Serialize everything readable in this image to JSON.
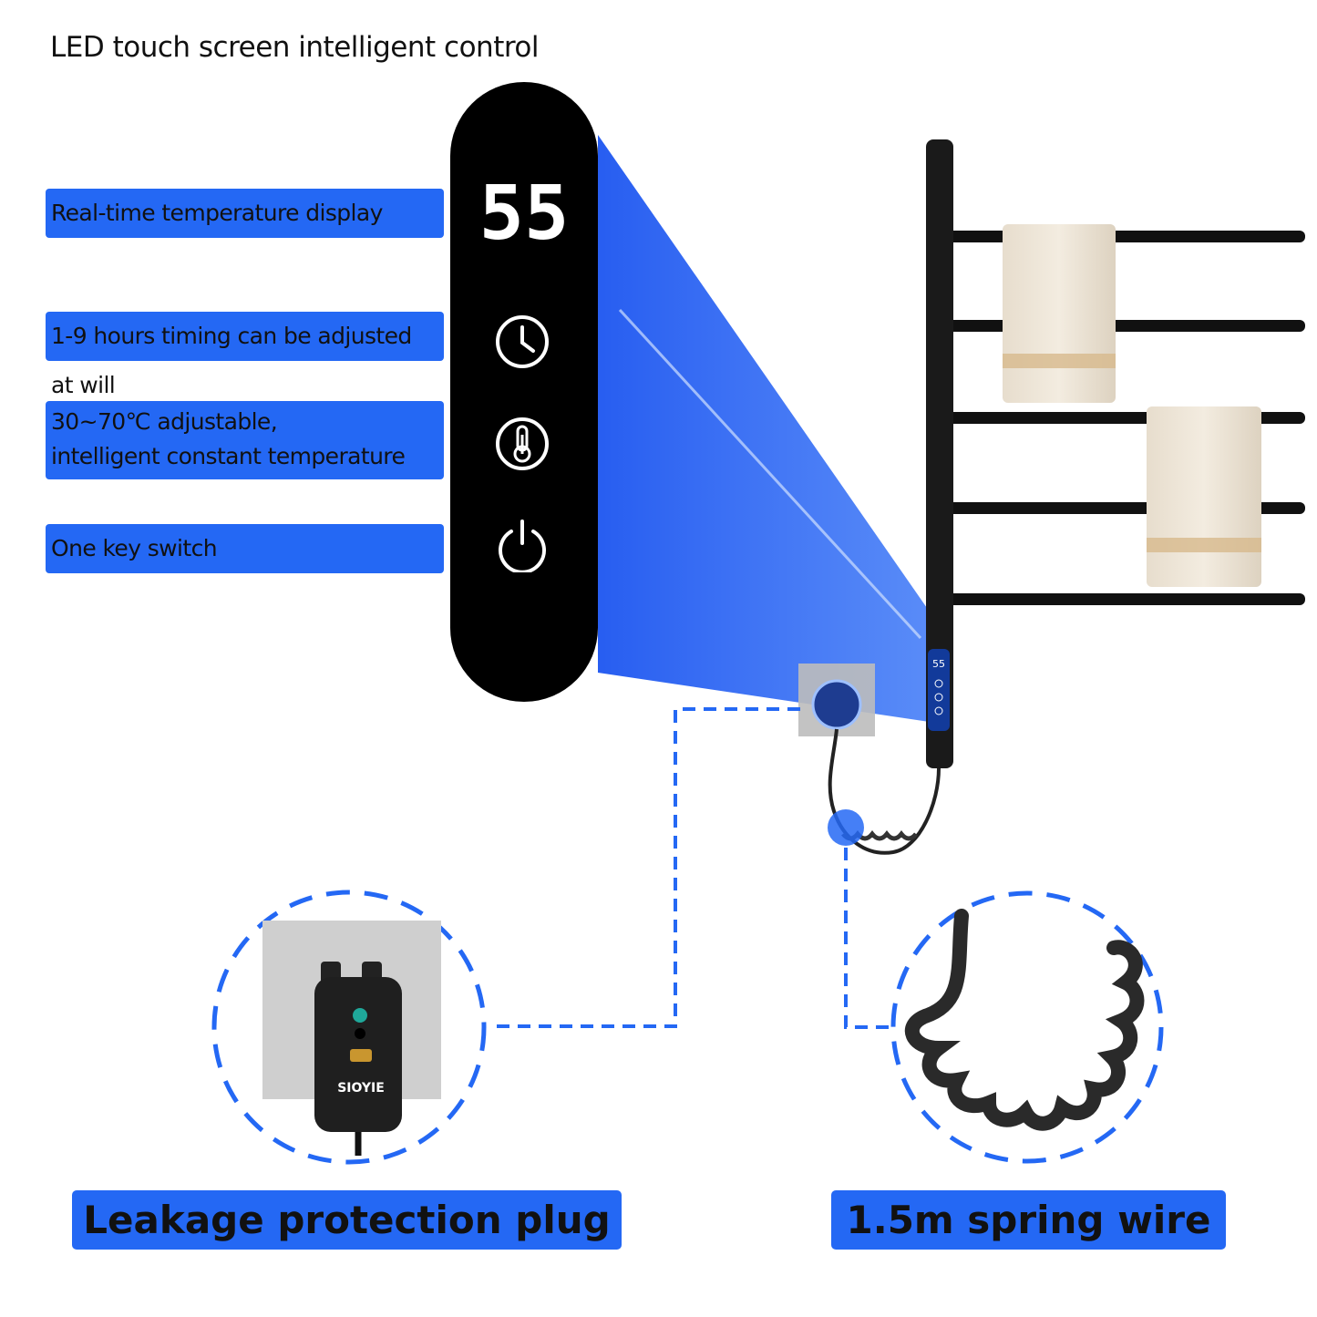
{
  "headline": "LED touch screen intelligent control",
  "features": [
    {
      "label": "Real-time temperature display",
      "icon": "temperature-digits"
    },
    {
      "label": "1-9 hours timing can be adjusted at will",
      "icon": "clock-icon"
    },
    {
      "label": "30~70℃ adjustable, intelligent constant temperature",
      "icon": "thermometer-icon"
    },
    {
      "label": "One key switch",
      "icon": "power-icon"
    }
  ],
  "panel": {
    "temperature_readout": "55"
  },
  "rack": {
    "mini_readout": "55"
  },
  "plug": {
    "brand": "SIOYIE",
    "title": "Leakage protection plug"
  },
  "wire": {
    "title": "1.5m spring wire"
  },
  "colors": {
    "accent_blue": "#2468f4",
    "panel_black": "#000000",
    "dashed_line_blue": "#2468f4"
  }
}
